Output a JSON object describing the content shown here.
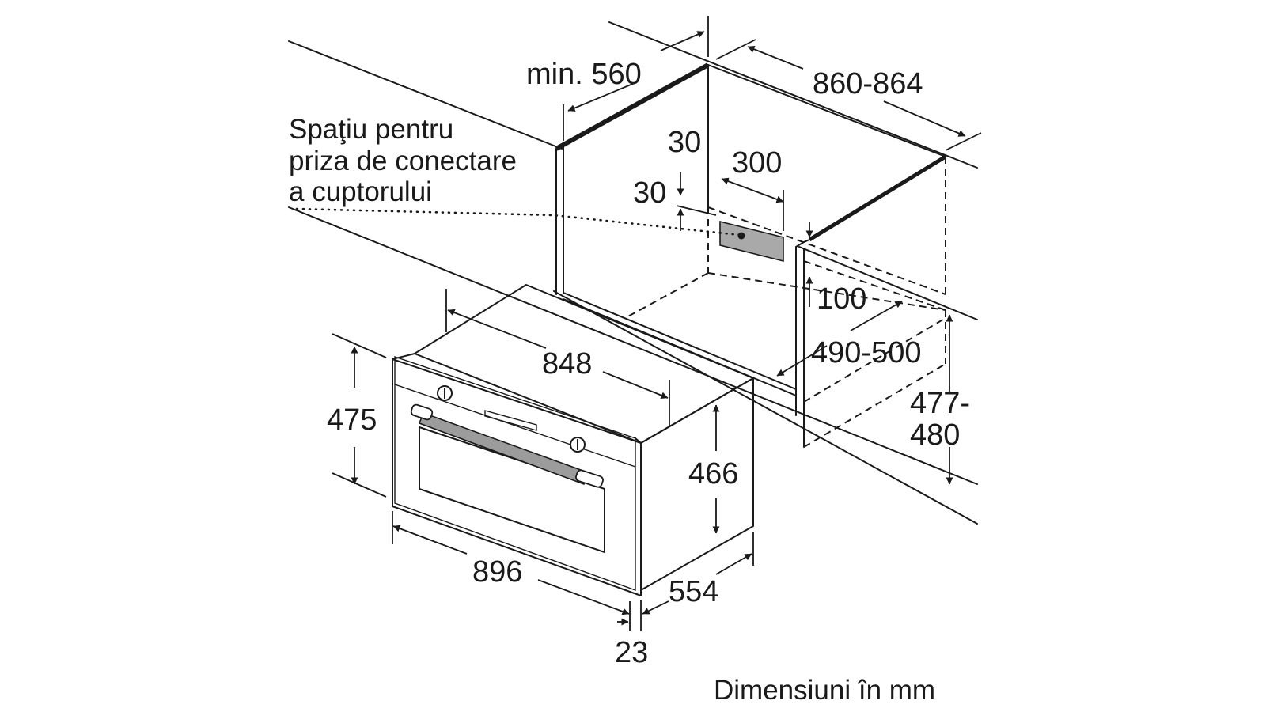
{
  "dimensions": {
    "min_width": "min. 560",
    "cabinet_width": "860-864",
    "top_clearance": "30",
    "side_clearance": "30",
    "socket_width": "300",
    "socket_height": "100",
    "cabinet_depth": "490-500",
    "niche_height_line1": "477-",
    "niche_height_line2": "480",
    "body_width": "848",
    "front_height": "475",
    "body_height": "466",
    "front_width": "896",
    "body_depth": "554",
    "front_thickness": "23"
  },
  "note": {
    "line1": "Spaţiu pentru",
    "line2": "priza de conectare",
    "line3": "a cuptorului"
  },
  "footer": "Dimensiuni în mm",
  "colors": {
    "line": "#1a1a1a",
    "socket_fill": "#a9a9a9",
    "background": "#ffffff"
  }
}
